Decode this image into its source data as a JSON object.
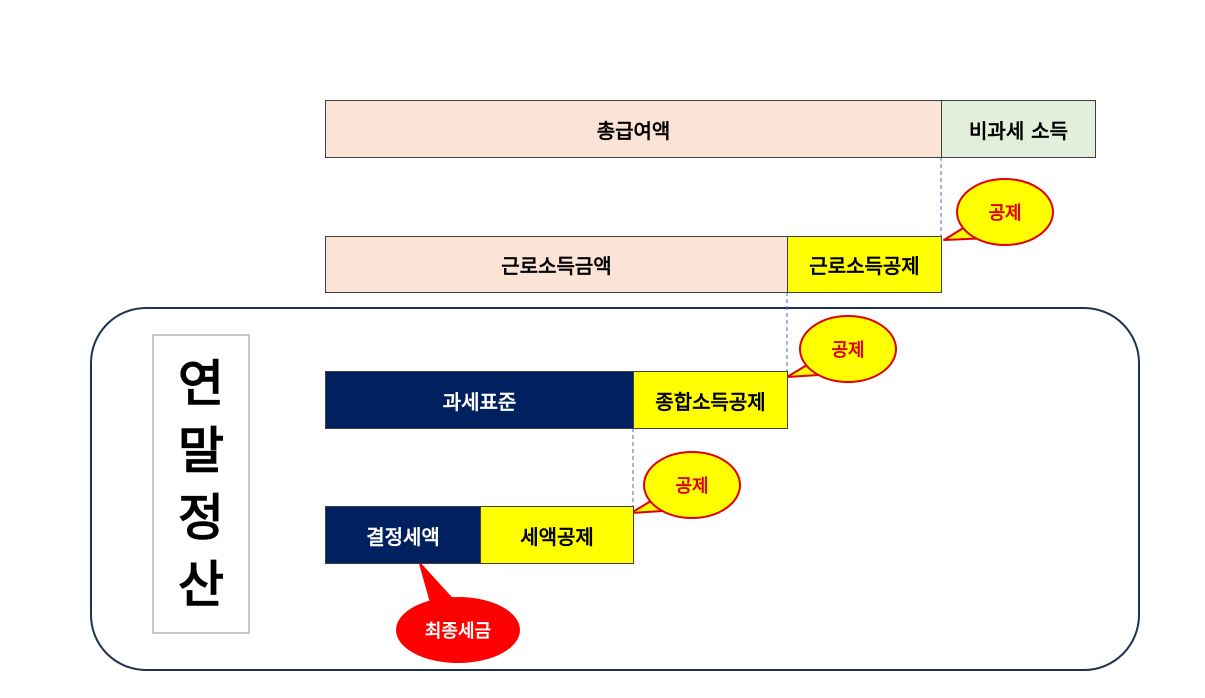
{
  "title": "연말정산",
  "title_chars": [
    "연",
    "말",
    "정",
    "산"
  ],
  "rows": {
    "row1": {
      "main": "총급여액",
      "side": "비과세 소득"
    },
    "row2": {
      "main": "근로소득금액",
      "side": "근로소득공제"
    },
    "row3": {
      "main": "과세표준",
      "side": "종합소득공제"
    },
    "row4": {
      "main": "결정세액",
      "side": "세액공제"
    }
  },
  "callouts": {
    "deduction_1": "공제",
    "deduction_2": "공제",
    "deduction_3": "공제",
    "final_tax": "최종세금"
  },
  "colors": {
    "peach": "#fbe3d6",
    "light_green": "#e2efda",
    "yellow": "#ffff00",
    "navy": "#002060",
    "callout_red": "#ff0000",
    "callout_text_red": "#e00000",
    "frame_border": "#1f3350"
  }
}
